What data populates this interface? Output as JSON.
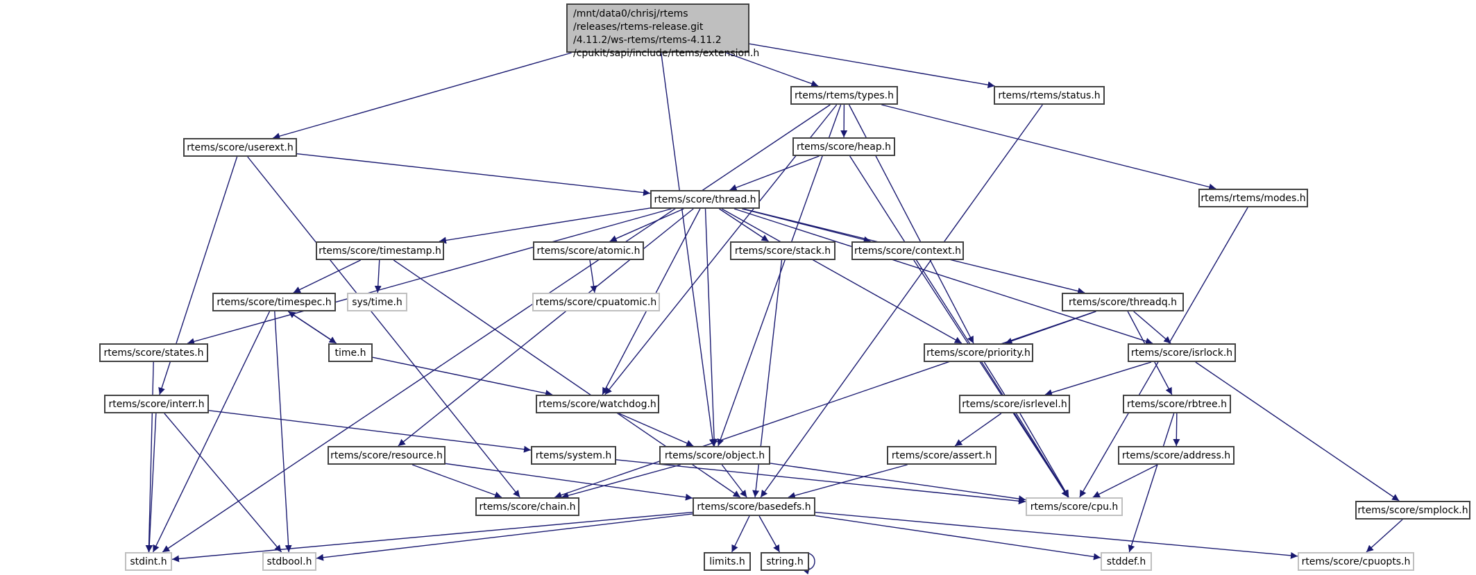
{
  "graph": {
    "title": "Include dependency graph",
    "edge_color": "#191970",
    "root_fill": "#bfbfbf",
    "root": {
      "id": "root",
      "label": "/mnt/data0/chrisj/rtems\n/releases/rtems-release.git\n/4.11.2/ws-rtems/rtems-4.11.2\n/cpukit/sapi/include/rtems/extension.h"
    },
    "nodes": [
      {
        "id": "types",
        "label": "rtems/rtems/types.h",
        "external": false
      },
      {
        "id": "status",
        "label": "rtems/rtems/status.h",
        "external": false
      },
      {
        "id": "userext",
        "label": "rtems/score/userext.h",
        "external": false
      },
      {
        "id": "heap",
        "label": "rtems/score/heap.h",
        "external": false
      },
      {
        "id": "modes",
        "label": "rtems/rtems/modes.h",
        "external": false
      },
      {
        "id": "thread",
        "label": "rtems/score/thread.h",
        "external": false
      },
      {
        "id": "timestamp",
        "label": "rtems/score/timestamp.h",
        "external": false
      },
      {
        "id": "atomic",
        "label": "rtems/score/atomic.h",
        "external": false
      },
      {
        "id": "stack",
        "label": "rtems/score/stack.h",
        "external": false
      },
      {
        "id": "context",
        "label": "rtems/score/context.h",
        "external": false
      },
      {
        "id": "systime",
        "label": "sys/time.h",
        "external": true
      },
      {
        "id": "cpuatomic",
        "label": "rtems/score/cpuatomic.h",
        "external": true
      },
      {
        "id": "timespec",
        "label": "rtems/score/timespec.h",
        "external": false
      },
      {
        "id": "threadq",
        "label": "rtems/score/threadq.h",
        "external": false
      },
      {
        "id": "states",
        "label": "rtems/score/states.h",
        "external": false
      },
      {
        "id": "time",
        "label": "time.h",
        "external": false
      },
      {
        "id": "priority",
        "label": "rtems/score/priority.h",
        "external": false
      },
      {
        "id": "isrlock",
        "label": "rtems/score/isrlock.h",
        "external": false
      },
      {
        "id": "interr",
        "label": "rtems/score/interr.h",
        "external": false
      },
      {
        "id": "watchdog",
        "label": "rtems/score/watchdog.h",
        "external": false
      },
      {
        "id": "isrlevel",
        "label": "rtems/score/isrlevel.h",
        "external": false
      },
      {
        "id": "rbtree",
        "label": "rtems/score/rbtree.h",
        "external": false
      },
      {
        "id": "resource",
        "label": "rtems/score/resource.h",
        "external": false
      },
      {
        "id": "system",
        "label": "rtems/system.h",
        "external": false
      },
      {
        "id": "object",
        "label": "rtems/score/object.h",
        "external": false
      },
      {
        "id": "assert",
        "label": "rtems/score/assert.h",
        "external": false
      },
      {
        "id": "address",
        "label": "rtems/score/address.h",
        "external": false
      },
      {
        "id": "chain",
        "label": "rtems/score/chain.h",
        "external": false
      },
      {
        "id": "basedefs",
        "label": "rtems/score/basedefs.h",
        "external": false
      },
      {
        "id": "cpu",
        "label": "rtems/score/cpu.h",
        "external": true
      },
      {
        "id": "smplock",
        "label": "rtems/score/smplock.h",
        "external": false
      },
      {
        "id": "stdint",
        "label": "stdint.h",
        "external": true
      },
      {
        "id": "stdbool",
        "label": "stdbool.h",
        "external": true
      },
      {
        "id": "limits",
        "label": "limits.h",
        "external": false
      },
      {
        "id": "string",
        "label": "string.h",
        "external": false
      },
      {
        "id": "stddef",
        "label": "stddef.h",
        "external": true
      },
      {
        "id": "cpuopts",
        "label": "rtems/score/cpuopts.h",
        "external": true
      }
    ],
    "edges": [
      [
        "root",
        "types"
      ],
      [
        "root",
        "status"
      ],
      [
        "root",
        "userext"
      ],
      [
        "root",
        "object"
      ],
      [
        "types",
        "heap"
      ],
      [
        "types",
        "modes"
      ],
      [
        "types",
        "stdint"
      ],
      [
        "types",
        "watchdog"
      ],
      [
        "types",
        "object"
      ],
      [
        "types",
        "priority"
      ],
      [
        "status",
        "basedefs"
      ],
      [
        "userext",
        "thread"
      ],
      [
        "userext",
        "interr"
      ],
      [
        "userext",
        "chain"
      ],
      [
        "heap",
        "thread"
      ],
      [
        "heap",
        "cpu"
      ],
      [
        "modes",
        "cpu"
      ],
      [
        "thread",
        "timestamp"
      ],
      [
        "thread",
        "atomic"
      ],
      [
        "thread",
        "stack"
      ],
      [
        "thread",
        "context"
      ],
      [
        "thread",
        "threadq"
      ],
      [
        "thread",
        "states"
      ],
      [
        "thread",
        "priority"
      ],
      [
        "thread",
        "isrlock"
      ],
      [
        "thread",
        "watchdog"
      ],
      [
        "thread",
        "object"
      ],
      [
        "thread",
        "resource"
      ],
      [
        "timestamp",
        "timespec"
      ],
      [
        "timestamp",
        "systime"
      ],
      [
        "timestamp",
        "basedefs"
      ],
      [
        "atomic",
        "cpuatomic"
      ],
      [
        "stack",
        "basedefs"
      ],
      [
        "context",
        "cpu"
      ],
      [
        "timespec",
        "time"
      ],
      [
        "timespec",
        "stdint"
      ],
      [
        "timespec",
        "stdbool"
      ],
      [
        "time",
        "timespec"
      ],
      [
        "time",
        "watchdog"
      ],
      [
        "threadq",
        "priority"
      ],
      [
        "threadq",
        "isrlock"
      ],
      [
        "threadq",
        "rbtree"
      ],
      [
        "threadq",
        "chain"
      ],
      [
        "states",
        "stdint"
      ],
      [
        "priority",
        "cpu"
      ],
      [
        "isrlock",
        "isrlevel"
      ],
      [
        "isrlock",
        "smplock"
      ],
      [
        "interr",
        "system"
      ],
      [
        "interr",
        "stdint"
      ],
      [
        "interr",
        "stdbool"
      ],
      [
        "watchdog",
        "object"
      ],
      [
        "isrlevel",
        "assert"
      ],
      [
        "isrlevel",
        "cpu"
      ],
      [
        "rbtree",
        "address"
      ],
      [
        "rbtree",
        "stddef"
      ],
      [
        "resource",
        "chain"
      ],
      [
        "resource",
        "basedefs"
      ],
      [
        "system",
        "cpu"
      ],
      [
        "object",
        "chain"
      ],
      [
        "object",
        "basedefs"
      ],
      [
        "object",
        "cpu"
      ],
      [
        "assert",
        "basedefs"
      ],
      [
        "address",
        "cpu"
      ],
      [
        "basedefs",
        "stdint"
      ],
      [
        "basedefs",
        "stdbool"
      ],
      [
        "basedefs",
        "limits"
      ],
      [
        "basedefs",
        "string"
      ],
      [
        "basedefs",
        "stddef"
      ],
      [
        "basedefs",
        "cpuopts"
      ],
      [
        "string",
        "string"
      ],
      [
        "smplock",
        "cpuopts"
      ]
    ]
  }
}
